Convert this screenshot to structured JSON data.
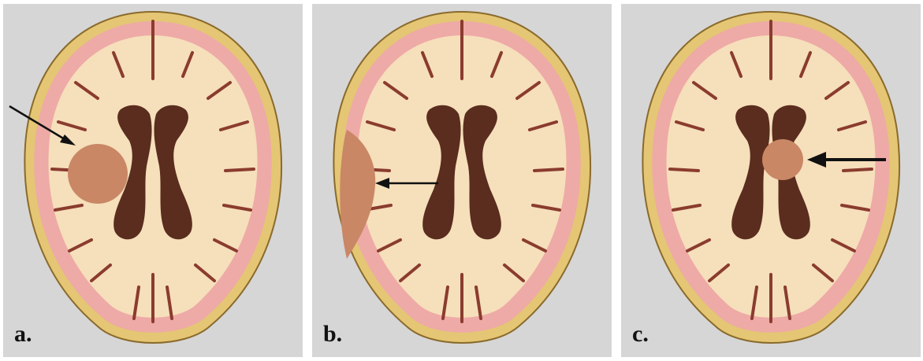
{
  "panels": [
    {
      "id": "a",
      "label": "a."
    },
    {
      "id": "b",
      "label": "b."
    },
    {
      "id": "c",
      "label": "c."
    }
  ],
  "colors": {
    "background": "#d6d6d6",
    "skull": "#e4c674",
    "skull_edge": "#8a6a2c",
    "cortex": "#eeaaa6",
    "white_matter": "#f6dfbb",
    "ventricles": "#5a2d1f",
    "sulci": "#8a3c2e",
    "lesion": "#c98766",
    "arrow": "#111111"
  }
}
